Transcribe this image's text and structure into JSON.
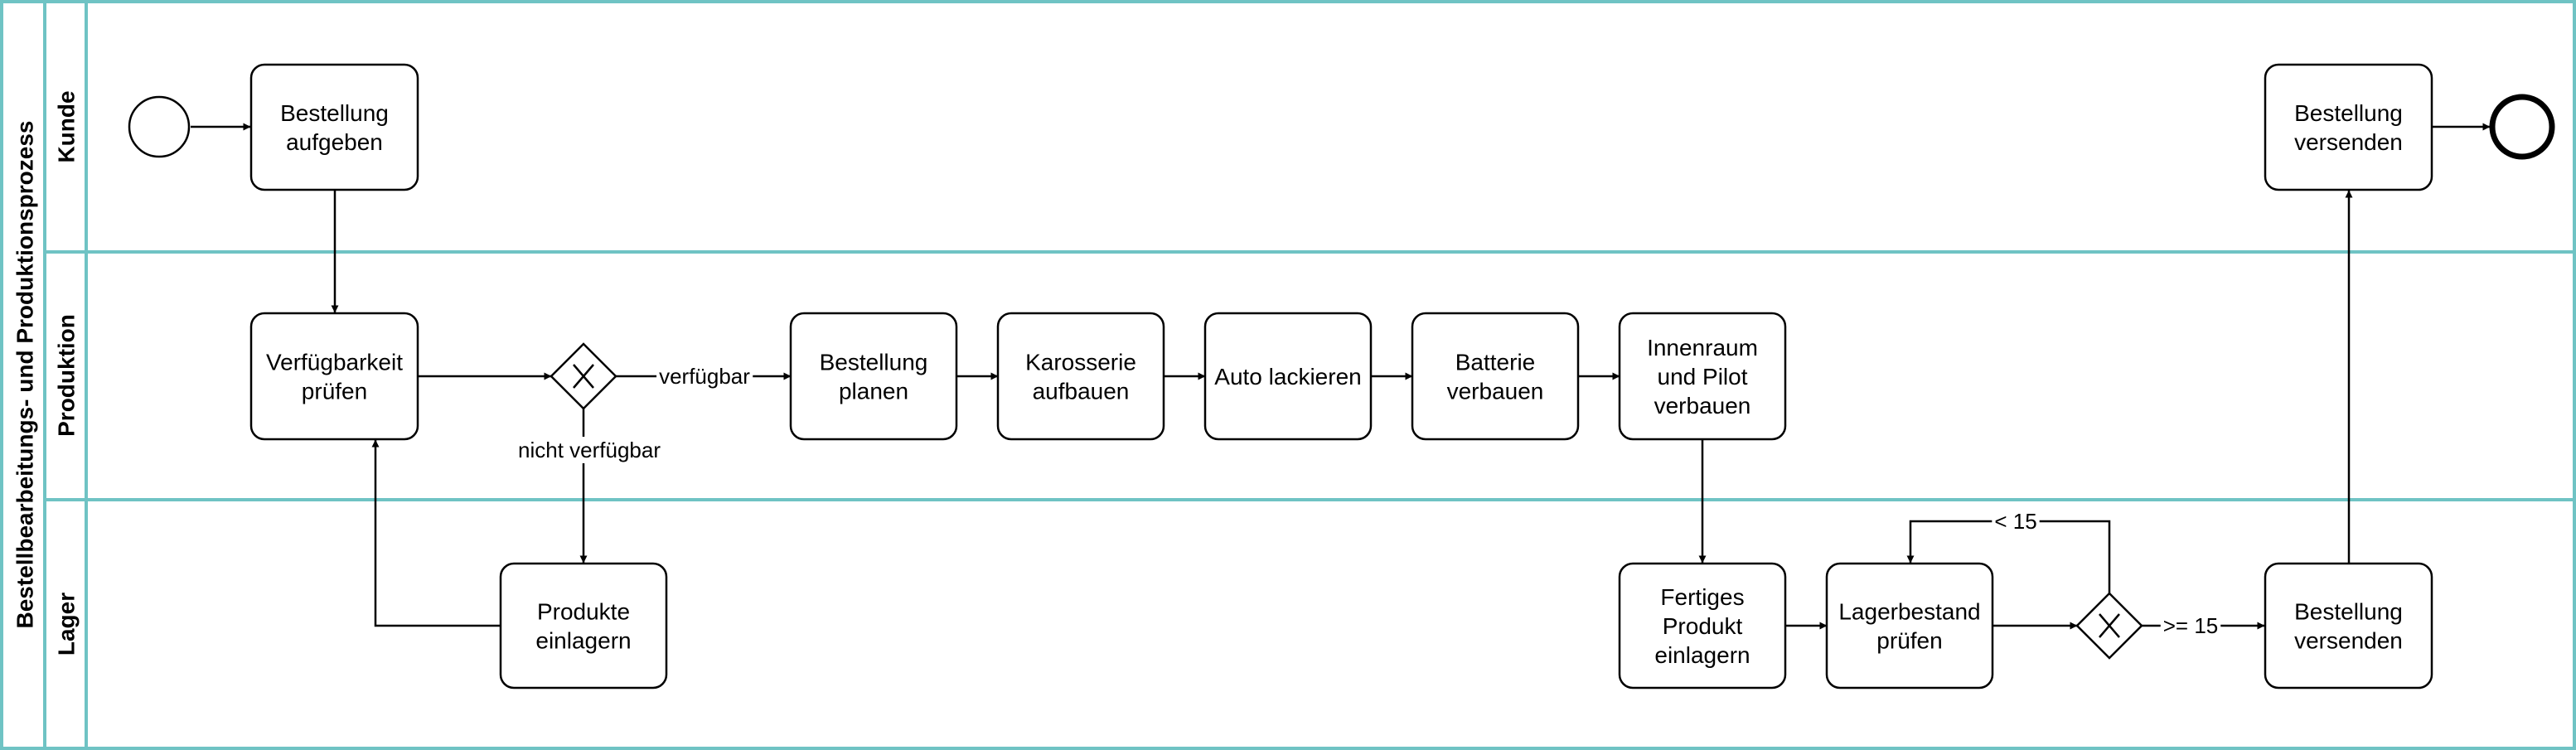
{
  "pool": {
    "title": "Bestellbearbeitungs- und Produktionsprozess"
  },
  "lanes": [
    {
      "id": "kunde",
      "title": "Kunde"
    },
    {
      "id": "produktion",
      "title": "Produktion"
    },
    {
      "id": "lager",
      "title": "Lager"
    }
  ],
  "tasks": {
    "bestellung_aufgeben": [
      "Bestellung",
      "aufgeben"
    ],
    "bestellung_versenden_kunde": [
      "Bestellung",
      "versenden"
    ],
    "verfuegbarkeit_pruefen": [
      "Verfügbarkeit",
      "prüfen"
    ],
    "bestellung_planen": [
      "Bestellung",
      "planen"
    ],
    "karosserie_aufbauen": [
      "Karosserie",
      "aufbauen"
    ],
    "auto_lackieren": [
      "Auto lackieren"
    ],
    "batterie_verbauen": [
      "Batterie",
      "verbauen"
    ],
    "innenraum_pilot_verbauen": [
      "Innenraum",
      "und Pilot",
      "verbauen"
    ],
    "produkte_einlagern": [
      "Produkte",
      "einlagern"
    ],
    "fertiges_produkt_einlagern": [
      "Fertiges",
      "Produkt",
      "einlagern"
    ],
    "lagerbestand_pruefen": [
      "Lagerbestand",
      "prüfen"
    ],
    "bestellung_versenden_lager": [
      "Bestellung",
      "versenden"
    ]
  },
  "edge_labels": {
    "verfuegbar": "verfügbar",
    "nicht_verfuegbar": "nicht verfügbar",
    "lt15": "< 15",
    "ge15": ">= 15"
  },
  "colors": {
    "lane_border": "#6fc3c4",
    "stroke": "#000000",
    "fill": "#ffffff"
  }
}
